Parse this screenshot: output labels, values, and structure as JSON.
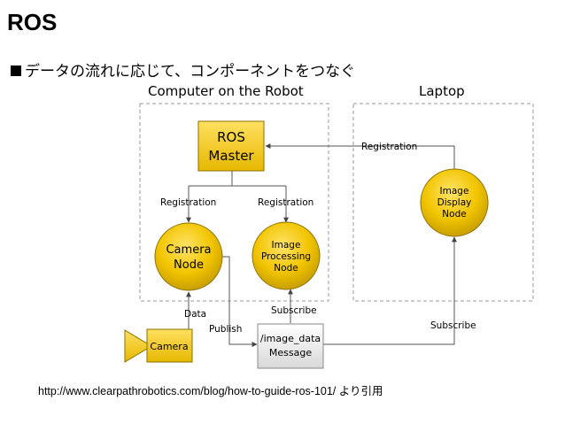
{
  "slide": {
    "title": "ROS",
    "bullet": "データの流れに応じて、コンポーネントをつなぐ",
    "source": "http://www.clearpathrobotics.com/blog/how-to-guide-ros-101/  より引用"
  },
  "diagram": {
    "groups": {
      "robot": "Computer on the Robot",
      "laptop": "Laptop"
    },
    "nodes": {
      "master": [
        "ROS",
        "Master"
      ],
      "camera_node": [
        "Camera",
        "Node"
      ],
      "image_processing": [
        "Image",
        "Processing",
        "Node"
      ],
      "image_display": [
        "Image",
        "Display",
        "Node"
      ],
      "camera": "Camera",
      "topic": [
        "/image_data",
        "Message"
      ]
    },
    "edges": {
      "reg_camera": "Registration",
      "reg_processing": "Registration",
      "reg_laptop": "Registration",
      "data": "Data",
      "publish": "Publish",
      "subscribe_processing": "Subscribe",
      "subscribe_display": "Subscribe"
    },
    "colors": {
      "node_fill": "#f2c500",
      "node_stroke": "#8a7100",
      "box_border": "#999999"
    }
  }
}
